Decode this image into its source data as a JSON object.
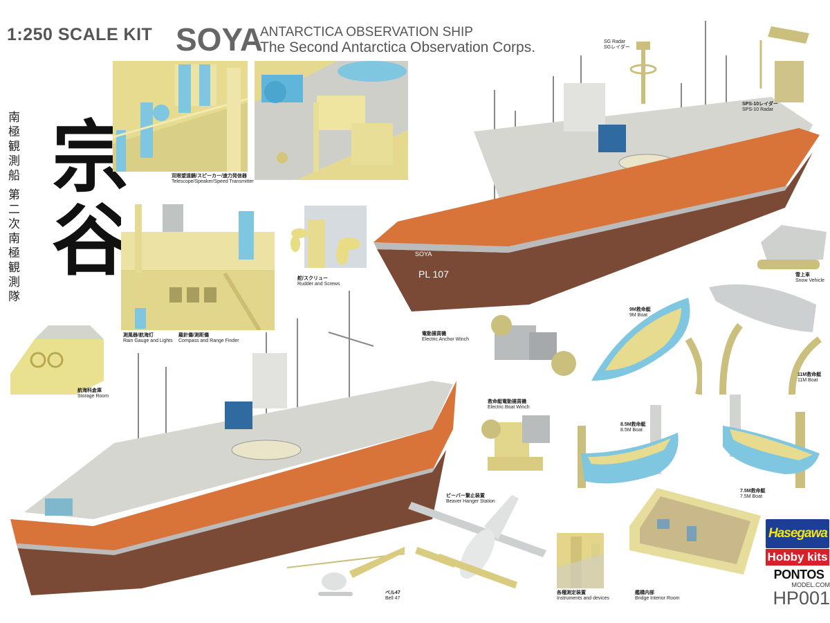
{
  "header": {
    "scale": "1:250 SCALE KIT",
    "name": "SOYA",
    "subtitle1": "ANTARCTICA OBSERVATION SHIP",
    "subtitle2": "The Second Antarctica Observation Corps."
  },
  "japanese": {
    "vertical1": "南極観測船",
    "vertical2": "第二次南極観測隊",
    "big": "宗谷"
  },
  "hull_markings": {
    "name": "SOYA",
    "number": "PL 107"
  },
  "labels": {
    "telescope": {
      "jp": "双眼望遠鏡/スピーカー/速力発信器",
      "en": "Telescope/Speaker/Speed Transmitter"
    },
    "rudder": {
      "jp": "舵/スクリュー",
      "en": "Rudder and Screws"
    },
    "rain": {
      "jp": "測風器/航海灯",
      "en": "Rain Gauge and Lights"
    },
    "compass": {
      "jp": "羅針儀/測距儀",
      "en": "Compass and Range Finder"
    },
    "storage": {
      "jp": "航海科倉庫",
      "en": "Storage Room"
    },
    "anchor_winch": {
      "jp": "電動揚貨機",
      "en": "Electric Anchor Winch"
    },
    "boat_winch": {
      "jp": "救命艇電動揚貨機",
      "en": "Electric Boat Winch"
    },
    "sg_radar": {
      "en": "SG Radar",
      "jp": "SGレイダー"
    },
    "sps10": {
      "jp": "SPS-10レイダー",
      "en": "SPS-10 Radar"
    },
    "snow": {
      "jp": "雪上車",
      "en": "Snow Vehicle"
    },
    "boat9": {
      "jp": "9M救命艇",
      "en": "9M Boat"
    },
    "boat11": {
      "jp": "11M救命艇",
      "en": "11M Boat"
    },
    "boat85": {
      "jp": "8.5M救命艇",
      "en": "8.5M Boat"
    },
    "boat75": {
      "jp": "7.5M救命艇",
      "en": "7.5M Boat"
    },
    "beaver": {
      "jp": "ビーバー繋止装置",
      "en": "Beaver Hanger Station"
    },
    "bell": {
      "jp": "ベル47",
      "en": "Bell 47"
    },
    "instruments": {
      "jp": "各種測定装置",
      "en": "Instruments and devices"
    },
    "bridge": {
      "jp": "艦橋内部",
      "en": "Bridge Interior Room"
    }
  },
  "branding": {
    "hasegawa": "Hasegawa",
    "hobby_kits": "Hobby kits",
    "pontos": "PONTOS",
    "model_com": "MODEL.COM",
    "code": "HP001"
  },
  "colors": {
    "hull_orange": "#d8733a",
    "hull_brown": "#7a4a36",
    "part_yellow": "#e9dd9a",
    "part_blue": "#7fc6e0",
    "deck_gray": "#c9c9c4"
  }
}
